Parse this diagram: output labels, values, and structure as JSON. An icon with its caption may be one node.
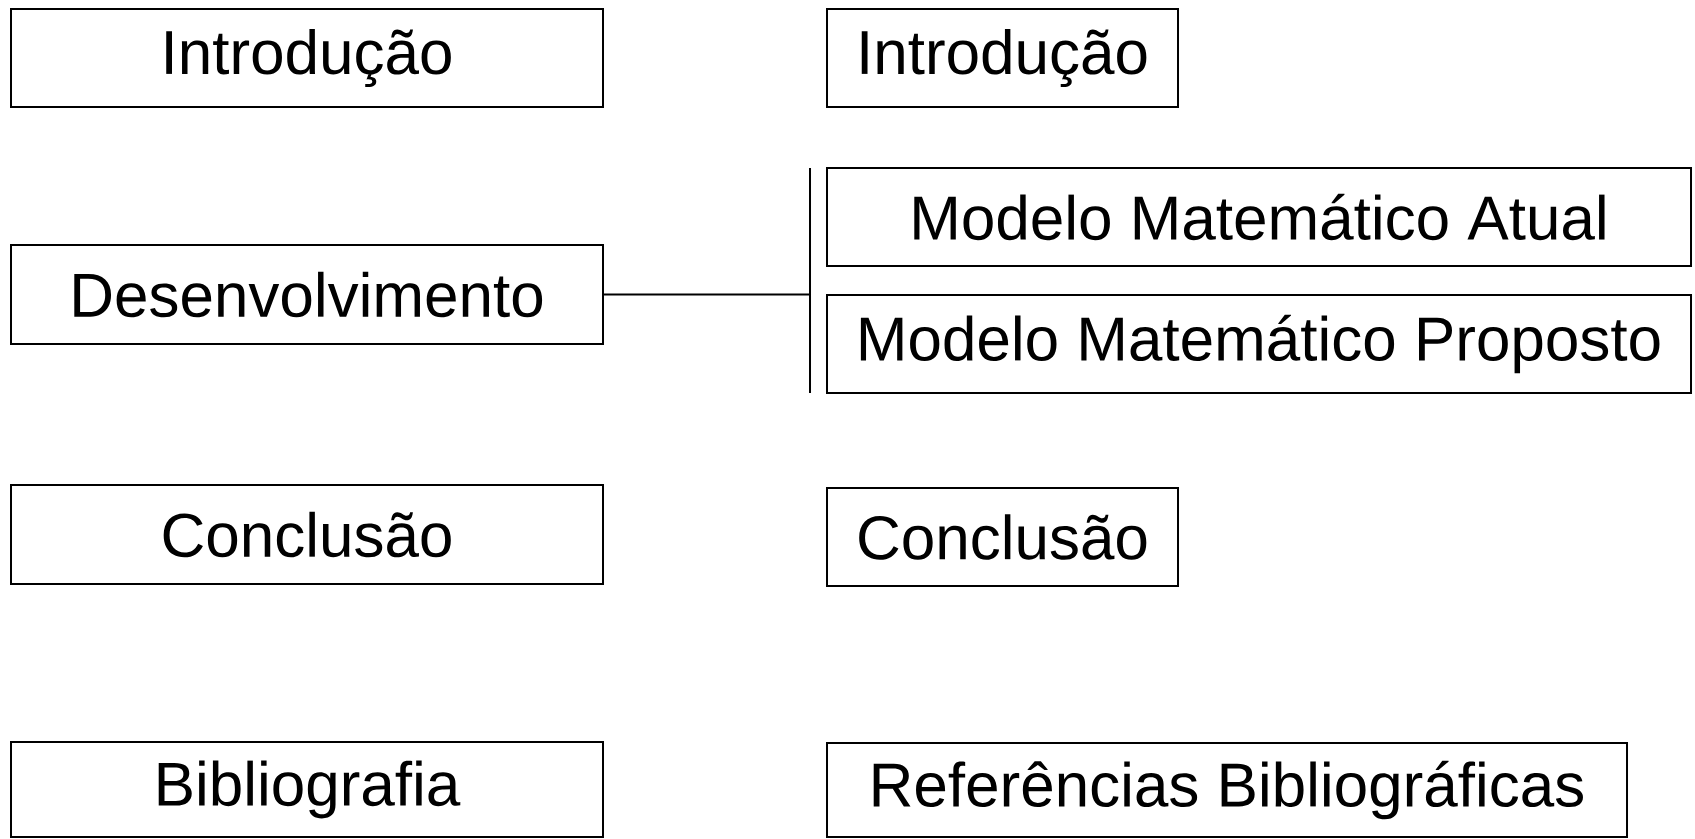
{
  "diagram": {
    "nodes": [
      {
        "text": [
          "Introdução"
        ]
      },
      {
        "text": [
          "Introdução"
        ]
      },
      {
        "text": [
          "Desenvolvimento"
        ]
      },
      {
        "text": [
          "Modelo Matemático Atual"
        ]
      },
      {
        "text": [
          "Modelo Matemático Proposto"
        ]
      },
      {
        "text": [
          "Conclusão"
        ]
      },
      {
        "text": [
          "Conclusão"
        ]
      },
      {
        "text": [
          "Bibliografia"
        ]
      },
      {
        "text": [
          "Referências Bibliográficas"
        ]
      }
    ],
    "edges": [
      {
        "from": 2,
        "to": 3,
        "arrow": "none"
      },
      {
        "from": 2,
        "to": 4,
        "arrow": "none"
      }
    ]
  }
}
